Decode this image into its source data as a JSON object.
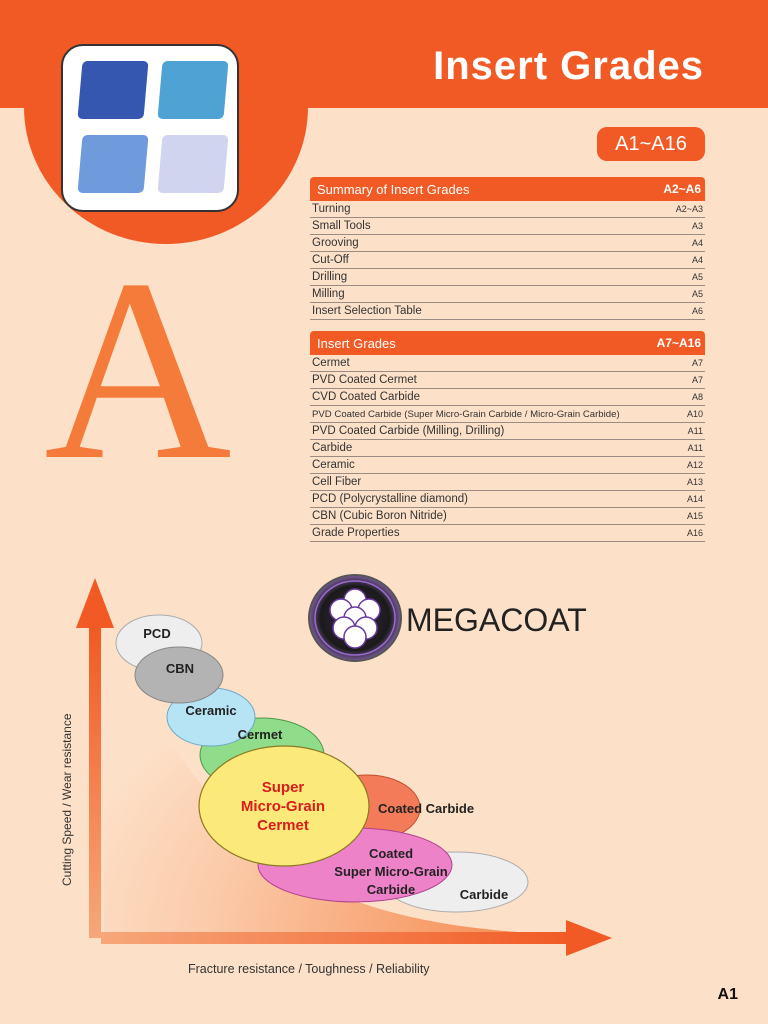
{
  "header": {
    "title": "Insert Grades",
    "range": "A1~A16",
    "accent": "#f15a24"
  },
  "logo": {
    "icon": "four-squares-icon",
    "tile_colors": [
      "#3557b0",
      "#4ea3d4",
      "#6f9bdd",
      "#d0d4ee"
    ]
  },
  "big_letter": "A",
  "sections": [
    {
      "title": "Summary of Insert Grades",
      "pages": "A2~A6",
      "rows": [
        {
          "label": "Turning",
          "page": "A2~A3"
        },
        {
          "label": "Small Tools",
          "page": "A3"
        },
        {
          "label": "Grooving",
          "page": "A4"
        },
        {
          "label": "Cut-Off",
          "page": "A4"
        },
        {
          "label": "Drilling",
          "page": "A5"
        },
        {
          "label": "Milling",
          "page": "A5"
        },
        {
          "label": "Insert Selection Table",
          "page": "A6"
        }
      ]
    },
    {
      "title": "Insert Grades",
      "pages": "A7~A16",
      "rows": [
        {
          "label": "Cermet",
          "page": "A7"
        },
        {
          "label": "PVD Coated Cermet",
          "page": "A7"
        },
        {
          "label": "CVD Coated Carbide",
          "page": "A8"
        },
        {
          "label": "PVD Coated Carbide (Super Micro-Grain Carbide / Micro-Grain Carbide)",
          "page": "A10",
          "small": true
        },
        {
          "label": "PVD Coated Carbide (Milling, Drilling)",
          "page": "A11"
        },
        {
          "label": "Carbide",
          "page": "A11"
        },
        {
          "label": "Ceramic",
          "page": "A12"
        },
        {
          "label": "Cell Fiber",
          "page": "A13"
        },
        {
          "label": "PCD (Polycrystalline diamond)",
          "page": "A14"
        },
        {
          "label": "CBN (Cubic Boron Nitride)",
          "page": "A15"
        },
        {
          "label": "Grade Properties",
          "page": "A16"
        }
      ]
    }
  ],
  "megacoat": {
    "text": "MEGACOAT",
    "icon": "megacoat-spheres-icon"
  },
  "diagram": {
    "y_axis_label": "Cutting Speed / Wear resistance",
    "x_axis_label": "Fracture resistance / Toughness / Reliability",
    "grades": {
      "pcd": "PCD",
      "cbn": "CBN",
      "ceramic": "Ceramic",
      "cermet": "Cermet",
      "smg_cermet": [
        "Super",
        "Micro-Grain",
        "Cermet"
      ],
      "coated_carbide": "Coated Carbide",
      "coated_smg": [
        "Coated",
        "Super Micro-Grain",
        "Carbide"
      ],
      "carbide": "Carbide"
    }
  },
  "page_number": "A1"
}
